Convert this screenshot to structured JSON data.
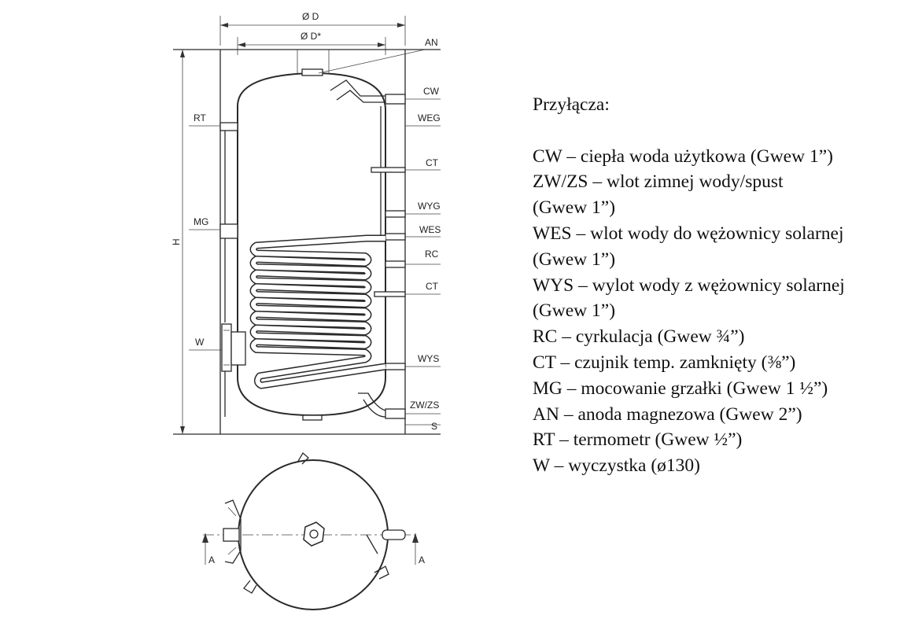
{
  "diagram": {
    "dimension_labels": {
      "outer_diameter": "Ø D",
      "inner_diameter": "Ø D*",
      "height": "H",
      "section_mark": "A"
    },
    "connection_labels": {
      "an": "AN",
      "cw": "CW",
      "weg": "WEG",
      "ct_upper": "CT",
      "wyg": "WYG",
      "wes": "WES",
      "rc": "RC",
      "ct_lower": "CT",
      "wys": "WYS",
      "zw_zs": "ZW/ZS",
      "s": "S",
      "rt": "RT",
      "mg": "MG",
      "w": "W"
    }
  },
  "legend": {
    "title": "Przyłącza:",
    "rows": [
      "CW – ciepła woda użytkowa (Gwew 1”)",
      "ZW/ZS – wlot zimnej wody/spust",
      "(Gwew 1”)",
      "WES – wlot wody do wężownicy solarnej",
      "(Gwew 1”)",
      "WYS – wylot wody z wężownicy solarnej",
      "(Gwew 1”)",
      "RC – cyrkulacja (Gwew ¾”)",
      "CT – czujnik temp. zamknięty (⅜”)",
      "MG – mocowanie grzałki (Gwew 1 ½”)",
      "AN – anoda magnezowa (Gwew 2”)",
      "RT – termometr (Gwew ½”)",
      "W – wyczystka (ø130)"
    ]
  }
}
